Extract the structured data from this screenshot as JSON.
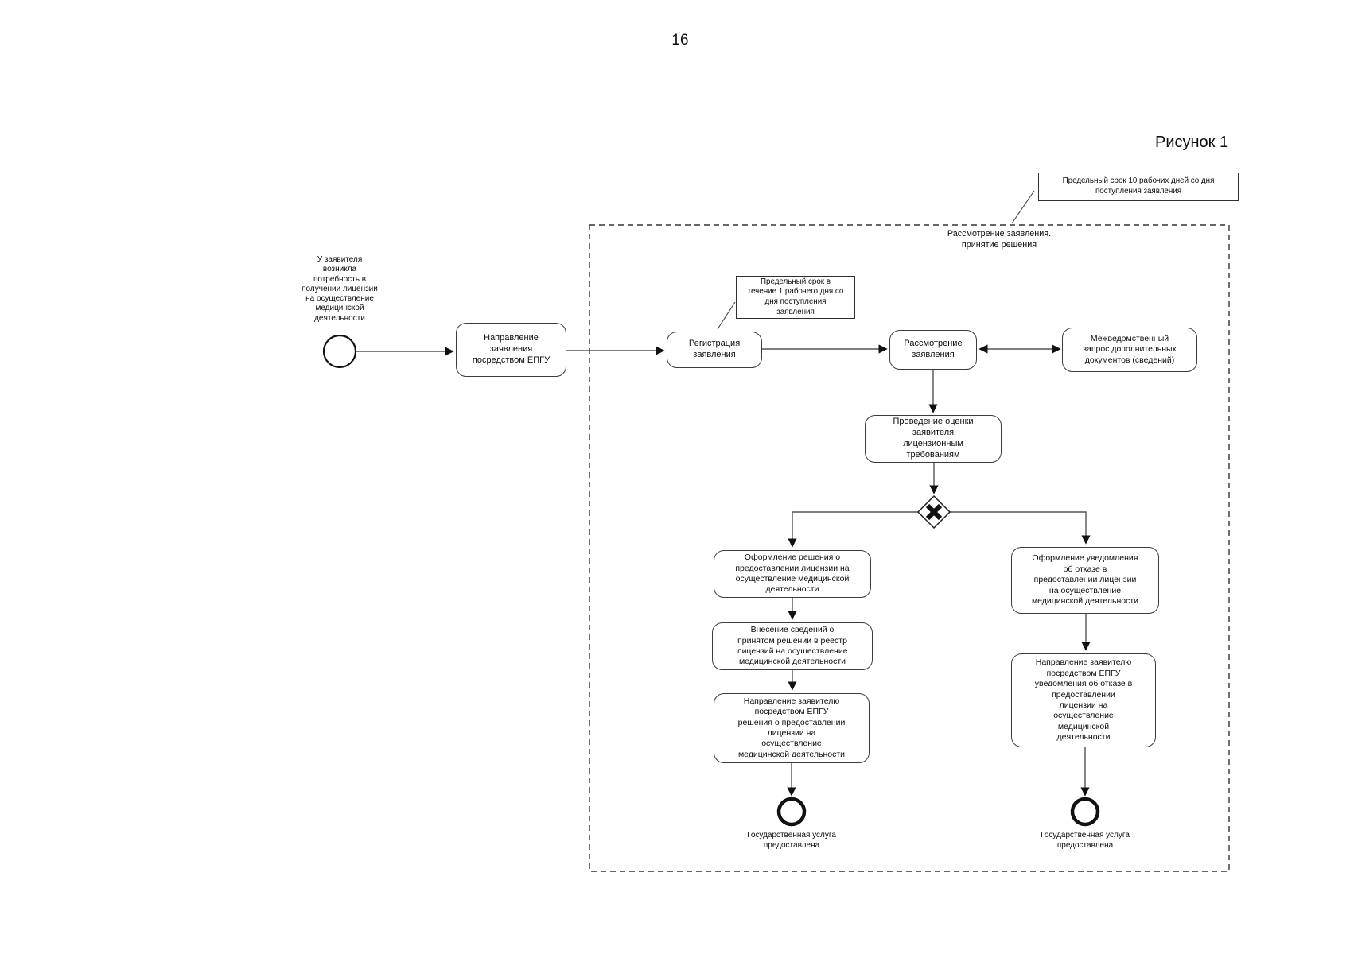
{
  "page": {
    "number": "16",
    "figure_label": "Рисунок 1"
  },
  "annotations": {
    "deadline_10_days": "Предельный срок 10 рабочих дней со дня\nпоступления заявления",
    "deadline_1_day": "Предельный срок в\nтечение 1 рабочего дня со\nдня поступления\nзаявления"
  },
  "subprocess": {
    "title": "Рассмотрение заявления.\nпринятие решения"
  },
  "events": {
    "start_label": "У заявителя\nвозникла\nпотребность в\nполучении лицензии\nна осуществление\nмедицинской\nдеятельности",
    "end_granted_label": "Государственная услуга\nпредоставлена",
    "end_refused_label": "Государственная услуга\nпредоставлена"
  },
  "tasks": {
    "send_application": "Направление\nзаявления\nпосредством ЕПГУ",
    "registration": "Регистрация\nзаявления",
    "review": "Рассмотрение\nзаявления",
    "interagency_request": "Межведомственный\nзапрос дополнительных\nдокументов (сведений)",
    "assessment": "Проведение оценки\nзаявителя\nлицензионным\nтребованиям",
    "grant_decision": "Оформление решения о\nпредоставлении лицензии на\nосуществление медицинской\nдеятельности",
    "register_entry": "Внесение сведений о\nпринятом решении в реестр\nлицензий на осуществление\nмедицинской деятельности",
    "send_grant_decision": "Направление заявителю\nпосредством ЕПГУ\nрешения о предоставлении\nлицензии на\nосуществление\nмедицинской деятельности",
    "refusal_notification": "Оформление уведомления\nоб отказе в\nпредоставлении лицензии\nна осуществление\nмедицинской деятельности",
    "send_refusal_notification": "Направление заявителю\nпосредством ЕПГУ\nуведомления об отказе в\nпредоставлении\nлицензии на\nосуществление\nмедицинской\nдеятельности"
  },
  "colors": {
    "line": "#555555",
    "arrowhead": "#111111",
    "border": "#3d3d3d"
  }
}
